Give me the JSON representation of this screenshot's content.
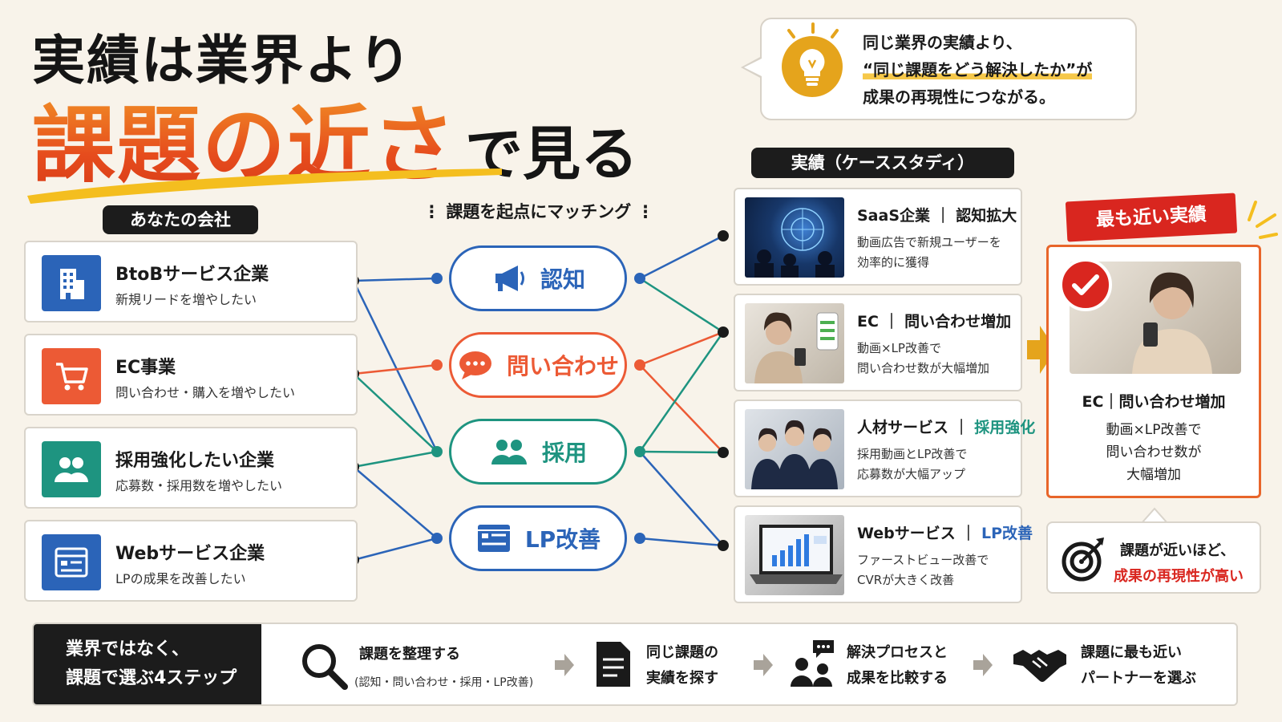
{
  "title": {
    "line1": "実績は業界より",
    "emphasis": "課題の近さ",
    "suffix": "で見る"
  },
  "callout": {
    "line1": "同じ業界の実績より、",
    "line2": "“同じ課題をどう解決したか”が",
    "line3": "成果の再現性につながる。"
  },
  "your_company_label": "あなたの会社",
  "matching_label": "課題を起点にマッチング",
  "cases_label": "実績（ケーススタディ）",
  "companies": [
    {
      "title": "BtoBサービス企業",
      "sub": "新規リードを増やしたい",
      "color": "#2b64b8",
      "icon": "building-icon"
    },
    {
      "title": "EC事業",
      "sub": "問い合わせ・購入を増やしたい",
      "color": "#ec5a35",
      "icon": "cart-icon"
    },
    {
      "title": "採用強化したい企業",
      "sub": "応募数・採用数を増やしたい",
      "color": "#1e9480",
      "icon": "people-icon"
    },
    {
      "title": "Webサービス企業",
      "sub": "LPの成果を改善したい",
      "color": "#2b64b8",
      "icon": "webpage-icon"
    }
  ],
  "issues": [
    {
      "label": "認知",
      "color": "#2b64b8",
      "icon": "megaphone-icon"
    },
    {
      "label": "問い合わせ",
      "color": "#ec5a35",
      "icon": "chat-icon"
    },
    {
      "label": "採用",
      "color": "#1e9480",
      "icon": "people-icon"
    },
    {
      "label": "LP改善",
      "color": "#2b64b8",
      "icon": "webpage-icon"
    }
  ],
  "cases": [
    {
      "title_a": "SaaS企業",
      "title_b": "認知拡大",
      "b_color": "#1a1a1a",
      "desc1": "動画広告で新規ユーザーを",
      "desc2": "効率的に獲得"
    },
    {
      "title_a": "EC",
      "title_b": "問い合わせ増加",
      "b_color": "#1a1a1a",
      "desc1": "動画×LP改善で",
      "desc2": "問い合わせ数が大幅増加"
    },
    {
      "title_a": "人材サービス",
      "title_b": "採用強化",
      "b_color": "#1e9480",
      "desc1": "採用動画とLP改善で",
      "desc2": "応募数が大幅アップ"
    },
    {
      "title_a": "Webサービス",
      "title_b": "LP改善",
      "b_color": "#2b64b8",
      "desc1": "ファーストビュー改善で",
      "desc2": "CVRが大きく改善"
    }
  ],
  "best": {
    "ribbon": "最も近い実績",
    "title": "EC｜問い合わせ増加",
    "desc1": "動画×LP改善で",
    "desc2": "問い合わせ数が",
    "desc3": "大幅増加"
  },
  "near": {
    "line1": "課題が近いほど、",
    "line2": "成果の再現性が高い"
  },
  "bottom": {
    "head1": "業界ではなく、",
    "head2": "課題で選ぶ4ステップ",
    "steps": [
      {
        "t1": "課題を整理する",
        "t2": "(認知・問い合わせ・採用・LP改善)",
        "icon": "search-icon"
      },
      {
        "t1": "同じ課題の",
        "t2": "実績を探す",
        "icon": "document-icon"
      },
      {
        "t1": "解決プロセスと",
        "t2": "成果を比較する",
        "icon": "people-chat-icon"
      },
      {
        "t1": "課題に最も近い",
        "t2": "パートナーを選ぶ",
        "icon": "handshake-icon"
      }
    ]
  },
  "connections": [
    {
      "from": 0,
      "to": 0,
      "color": "#2b64b8"
    },
    {
      "from": 0,
      "to": 2,
      "color": "#2b64b8"
    },
    {
      "from": 1,
      "to": 1,
      "color": "#ec5a35"
    },
    {
      "from": 1,
      "to": 2,
      "color": "#1e9480"
    },
    {
      "from": 2,
      "to": 2,
      "color": "#1e9480"
    },
    {
      "from": 2,
      "to": 3,
      "color": "#2b64b8"
    },
    {
      "from": 3,
      "to": 3,
      "color": "#2b64b8"
    }
  ],
  "case_links": [
    {
      "from": 0,
      "to": 0,
      "color": "#2b64b8"
    },
    {
      "from": 0,
      "to": 1,
      "color": "#1e9480"
    },
    {
      "from": 1,
      "to": 1,
      "color": "#ec5a35"
    },
    {
      "from": 1,
      "to": 2,
      "color": "#ec5a35"
    },
    {
      "from": 2,
      "to": 1,
      "color": "#1e9480"
    },
    {
      "from": 2,
      "to": 2,
      "color": "#1e9480"
    },
    {
      "from": 3,
      "to": 3,
      "color": "#2b64b8"
    },
    {
      "from": 2,
      "to": 3,
      "color": "#2b64b8"
    }
  ]
}
